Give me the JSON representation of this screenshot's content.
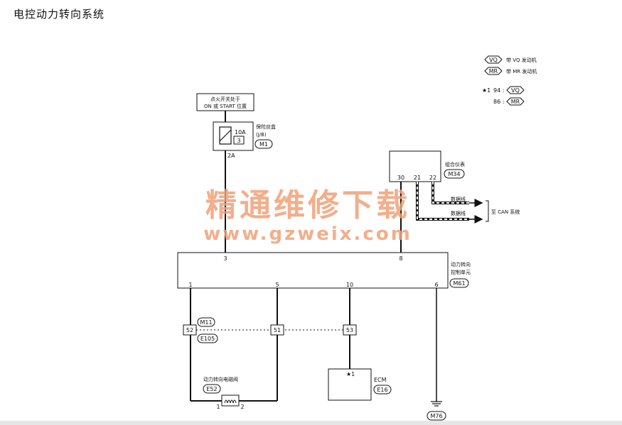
{
  "title": "电控动力转向系统",
  "legend": {
    "vq_badge": "VQ",
    "vq_text": "带 VQ 发动机",
    "mr_badge": "MR",
    "mr_text": "带 MR 发动机",
    "star_note": "★1",
    "star_vq_pin": "94 :",
    "star_mr_pin": "86 :"
  },
  "ignition": {
    "line1": "点火开关处于",
    "line2": "ON 或 START 位置"
  },
  "fuse": {
    "label": "保险丝盒",
    "sub": "(J/B)",
    "connector": "M1",
    "rating": "10A",
    "num": "3",
    "pin": "2A"
  },
  "meter": {
    "label": "组合仪表",
    "connector": "M34",
    "pins": [
      "30",
      "21",
      "22"
    ]
  },
  "can": {
    "line1": "数据线",
    "line2": "数据线",
    "to": "至 CAN 系统"
  },
  "unit": {
    "label1": "动力转向",
    "label2": "控制单元",
    "connector": "M61",
    "pin_top_left": "3",
    "pin_top_right": "8",
    "pins_bottom": [
      "1",
      "5",
      "10",
      "6"
    ]
  },
  "joint": {
    "connector_top": "M11",
    "connector_bottom": "E105",
    "pins": [
      "52",
      "51",
      "53"
    ]
  },
  "valve": {
    "label": "动力转向电磁阀",
    "connector": "E52",
    "pin_left": "1",
    "pin_right": "2"
  },
  "ecm": {
    "label": "ECM",
    "connector": "E16",
    "star": "★1"
  },
  "ground": {
    "connector": "M76"
  },
  "watermark": {
    "line1": "精通维修下载",
    "line2": "www.gzweix.com"
  }
}
